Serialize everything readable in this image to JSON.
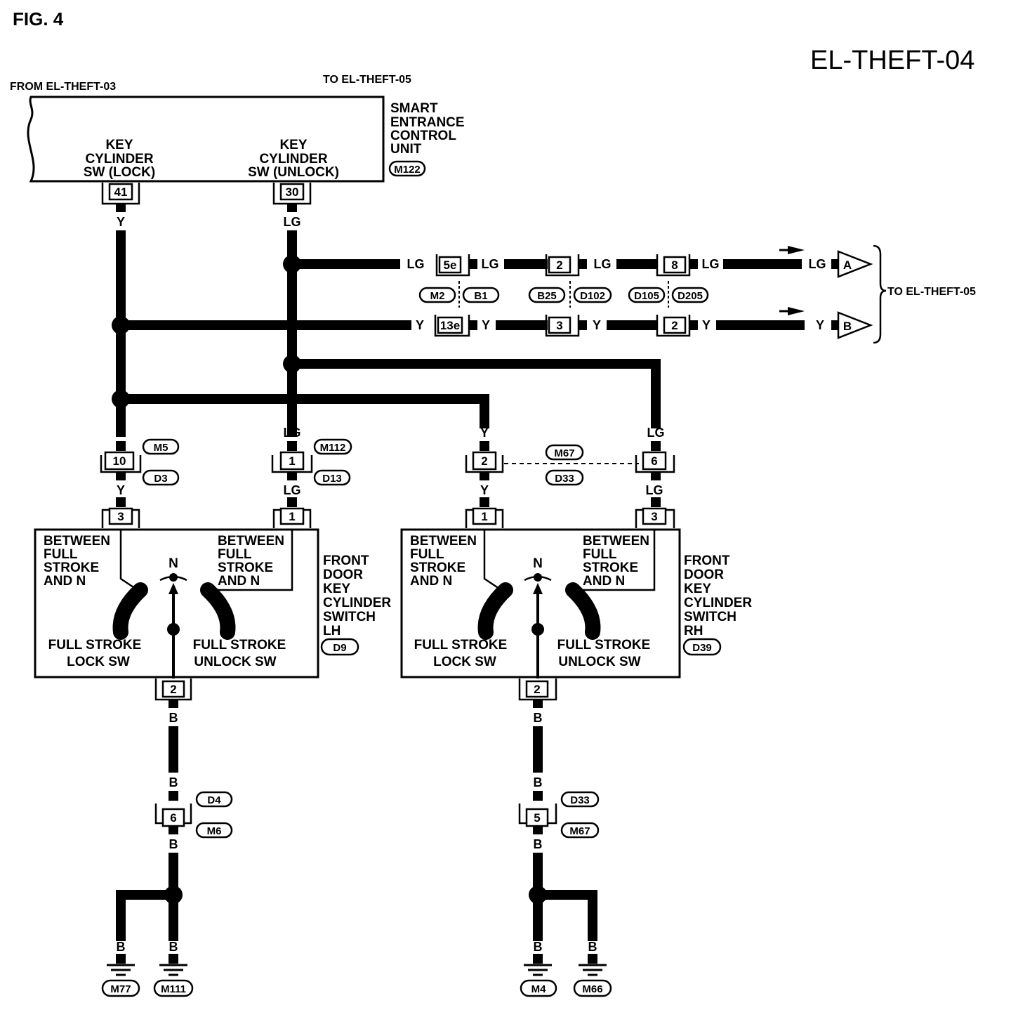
{
  "figure_label": "FIG. 4",
  "page_code": "EL-THEFT-04",
  "refs": {
    "from_prev": "FROM EL-THEFT-03",
    "to_next_top": "TO EL-THEFT-05",
    "to_next_right": "TO EL-THEFT-05"
  },
  "control_unit": {
    "name_lines": [
      "SMART",
      "ENTRANCE",
      "CONTROL",
      "UNIT"
    ],
    "connector": "M122",
    "lock_label_lines": [
      "KEY",
      "CYLINDER",
      "SW (LOCK)"
    ],
    "unlock_label_lines": [
      "KEY",
      "CYLINDER",
      "SW (UNLOCK)"
    ],
    "lock_pin": "41",
    "unlock_pin": "30"
  },
  "wire_colors": {
    "yellow": "Y",
    "light_green": "LG",
    "black": "B"
  },
  "branch_a": {
    "pins": [
      "5e",
      "2",
      "8"
    ],
    "connectors_1": [
      "M2",
      "B1"
    ],
    "connectors_2": [
      "B25",
      "D102"
    ],
    "connectors_3": [
      "D105",
      "D205"
    ],
    "terminal": "A"
  },
  "branch_b": {
    "pins": [
      "13e",
      "3",
      "2"
    ],
    "terminal": "B"
  },
  "lh_mid_connectors": {
    "y_pin": "10",
    "y_top": "M5",
    "y_bottom": "D3",
    "lg_pin": "1",
    "lg_top": "M112",
    "lg_bottom": "D13"
  },
  "rh_mid_connectors": {
    "y_pin": "2",
    "lg_pin": "6",
    "top": "M67",
    "bottom": "D33"
  },
  "switch_lh": {
    "pin_lock": "3",
    "pin_unlock": "1",
    "pin_ground": "2",
    "left_label_lines": [
      "BETWEEN",
      "FULL",
      "STROKE",
      "AND N"
    ],
    "right_label_lines": [
      "BETWEEN",
      "FULL",
      "STROKE",
      "AND N"
    ],
    "neutral": "N",
    "lock_lines": [
      "FULL STROKE",
      "LOCK SW"
    ],
    "unlock_lines": [
      "FULL STROKE",
      "UNLOCK SW"
    ],
    "name_lines": [
      "FRONT",
      "DOOR",
      "KEY",
      "CYLINDER",
      "SWITCH",
      "LH"
    ],
    "connector": "D9"
  },
  "switch_rh": {
    "pin_lock": "1",
    "pin_unlock": "3",
    "pin_ground": "2",
    "left_label_lines": [
      "BETWEEN",
      "FULL",
      "STROKE",
      "AND N"
    ],
    "right_label_lines": [
      "BETWEEN",
      "FULL",
      "STROKE",
      "AND N"
    ],
    "neutral": "N",
    "lock_lines": [
      "FULL STROKE",
      "LOCK SW"
    ],
    "unlock_lines": [
      "FULL STROKE",
      "UNLOCK SW"
    ],
    "name_lines": [
      "FRONT",
      "DOOR",
      "KEY",
      "CYLINDER",
      "SWITCH",
      "RH"
    ],
    "connector": "D39"
  },
  "ground_lh": {
    "pin": "6",
    "conn_top": "D4",
    "conn_bottom": "M6",
    "grounds": [
      "M77",
      "M111"
    ]
  },
  "ground_rh": {
    "pin": "5",
    "conn_top": "D33",
    "conn_bottom": "M67",
    "grounds": [
      "M4",
      "M66"
    ]
  }
}
